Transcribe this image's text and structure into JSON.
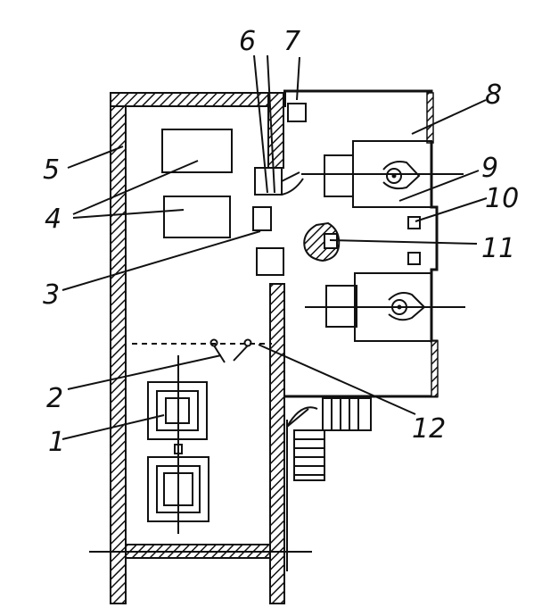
{
  "labels": {
    "l1": "1",
    "l2": "2",
    "l3": "3",
    "l4": "4",
    "l5": "5",
    "l6": "6",
    "l7": "7",
    "l8": "8",
    "l9": "9",
    "l10": "10",
    "l11": "11",
    "l12": "12"
  },
  "colors": {
    "ink": "#111111",
    "paper": "#ffffff"
  }
}
